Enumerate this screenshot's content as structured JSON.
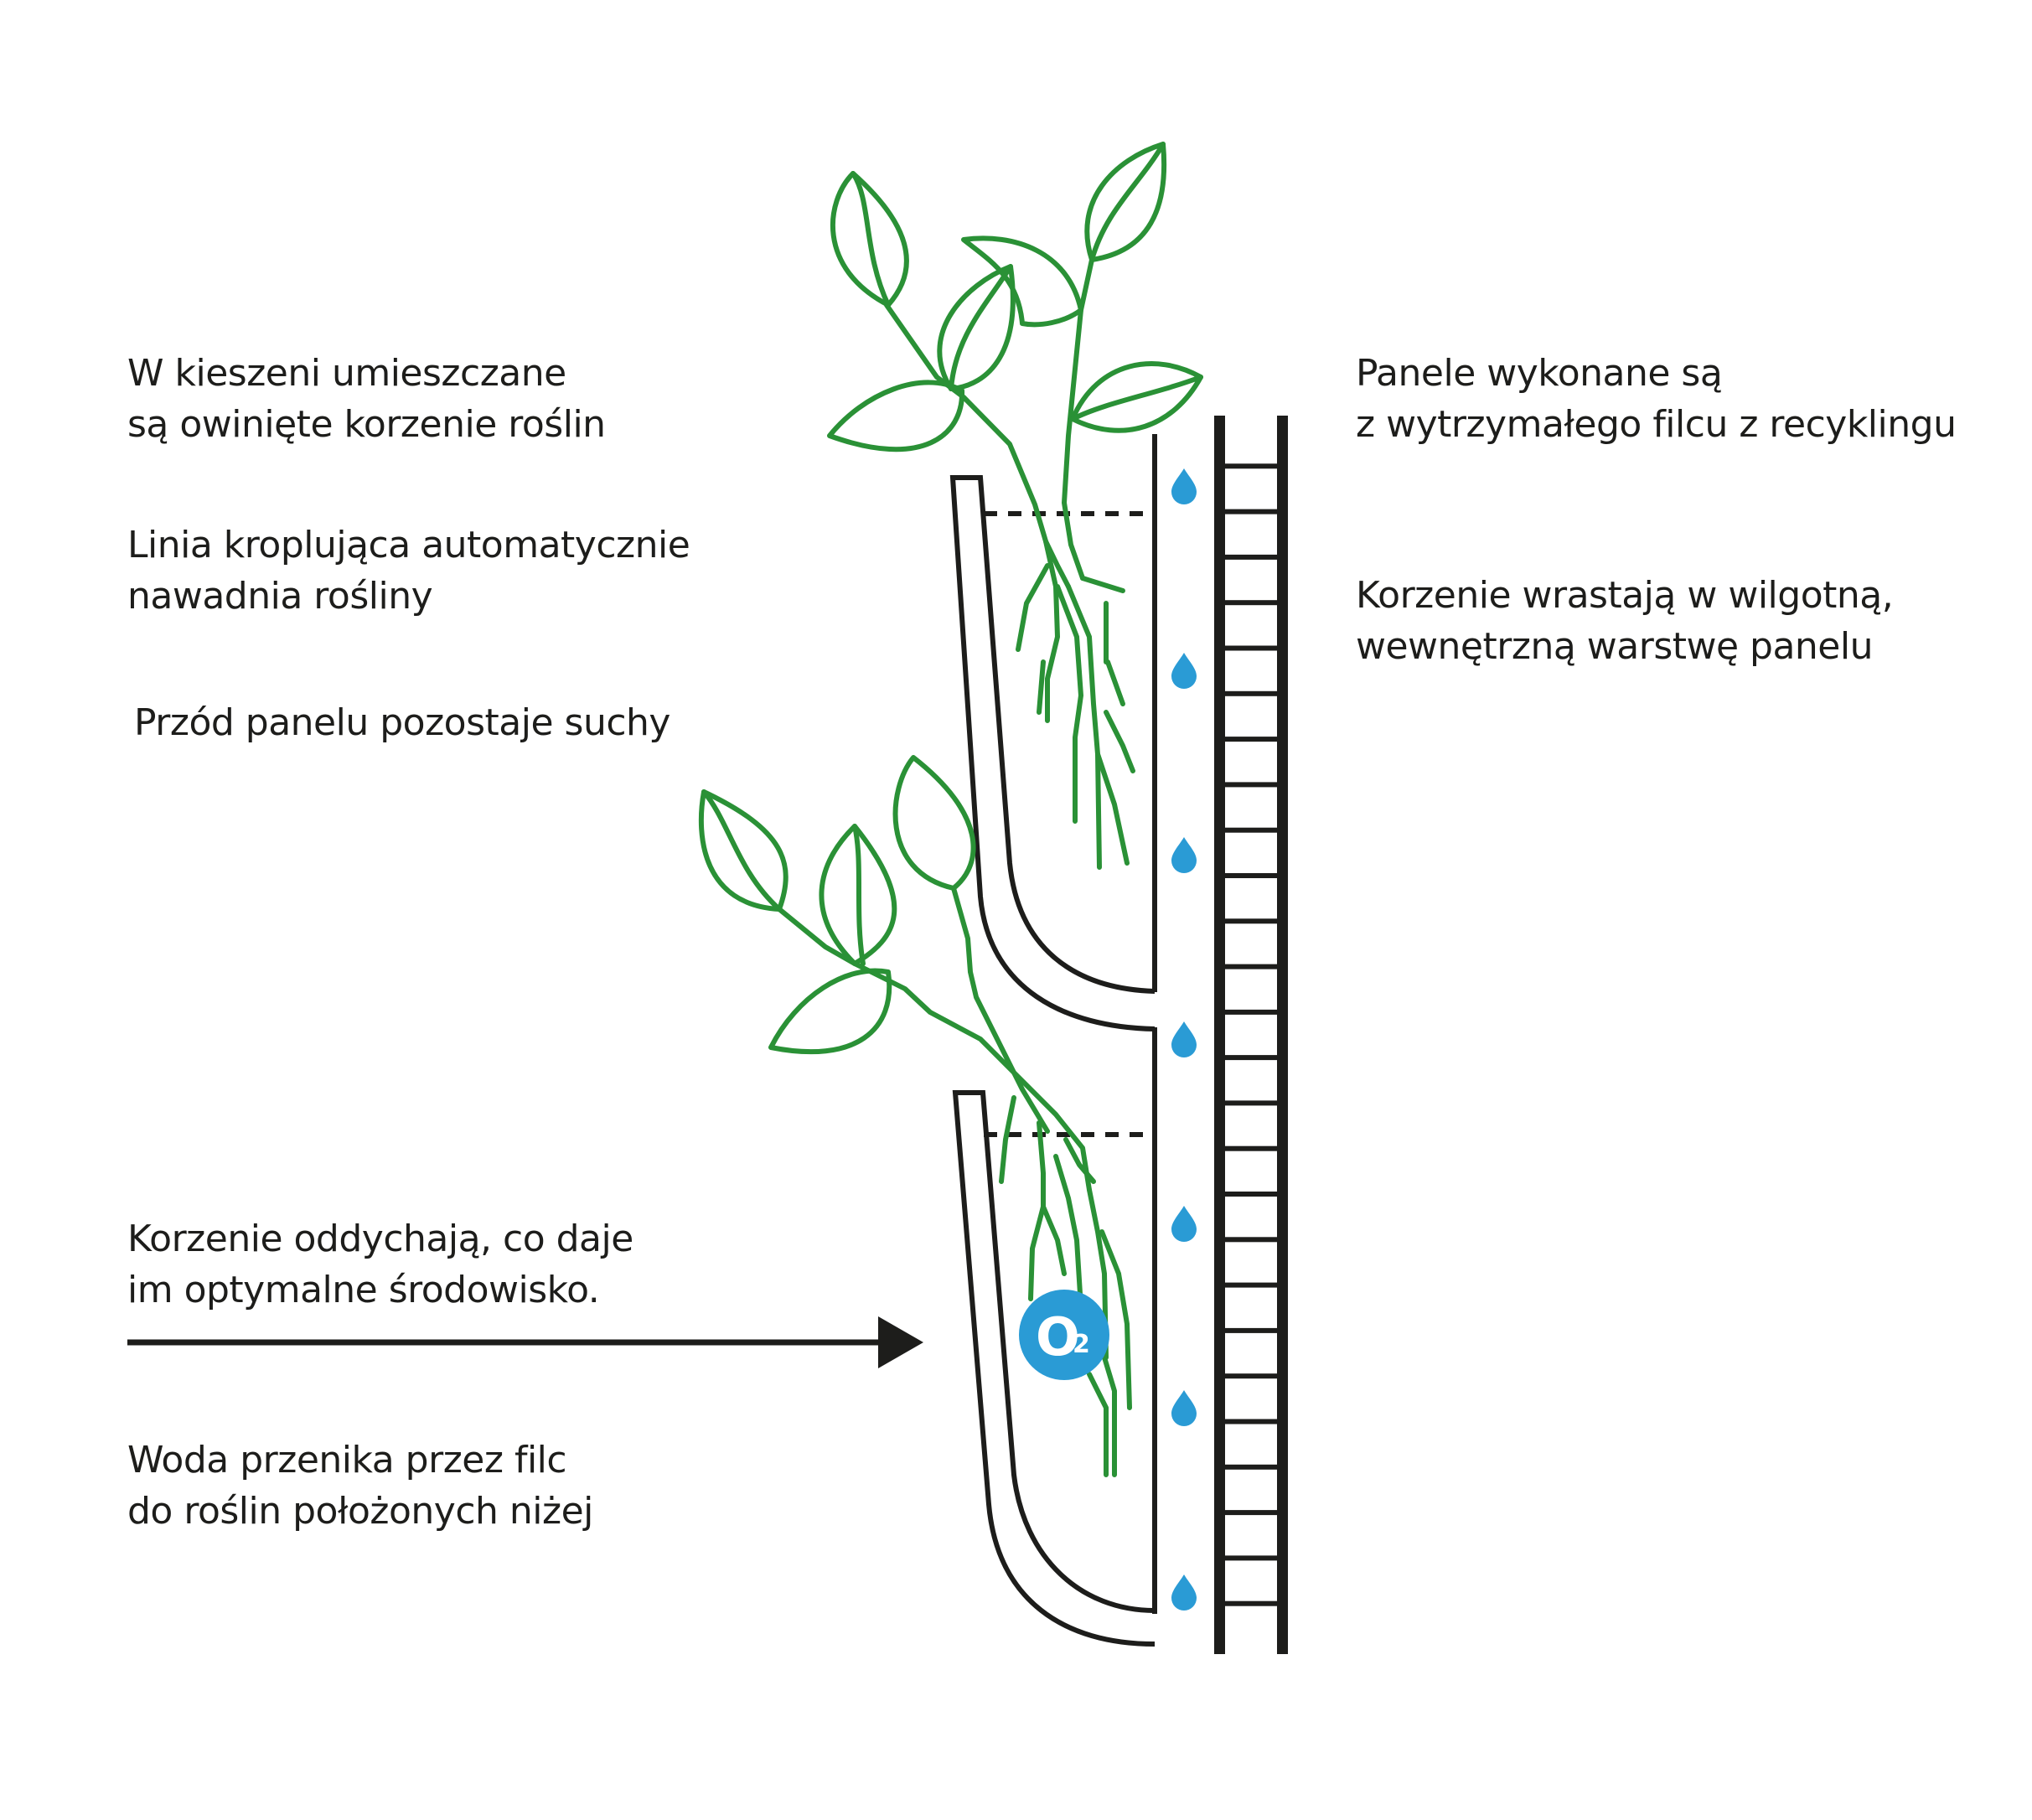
{
  "labels": {
    "pocket_roots": [
      "W kieszeni umieszczane",
      "są owinięte korzenie roślin"
    ],
    "drip_line": [
      "Linia kroplująca automatycznie",
      "nawadnia rośliny"
    ],
    "front_dry": [
      "Przód panelu pozostaje suchy"
    ],
    "roots_breathe": [
      "Korzenie oddychają, co daje",
      "im optymalne środowisko."
    ],
    "water_seeps": [
      "Woda przenika przez filc",
      "do roślin położonych niżej"
    ],
    "panel_material": [
      "Panele wykonane są",
      "z wytrzymałego filcu z recyklingu"
    ],
    "roots_grow": [
      "Korzenie wrastają w wilgotną,",
      "wewnętrzną warstwę panelu"
    ]
  },
  "oxygen_badge": {
    "main": "O",
    "subscript": "2"
  },
  "icons": {
    "water_drop": "water-drop-icon",
    "oxygen": "oxygen-badge-icon",
    "arrow": "arrow-right-icon",
    "plant": "plant-icon"
  },
  "colors": {
    "plant_green": "#2a9136",
    "water_blue": "#2a9bd5",
    "ink": "#1d1d1b",
    "background": "#ffffff"
  },
  "drops_count": 7,
  "ladder_rungs_count": 26
}
